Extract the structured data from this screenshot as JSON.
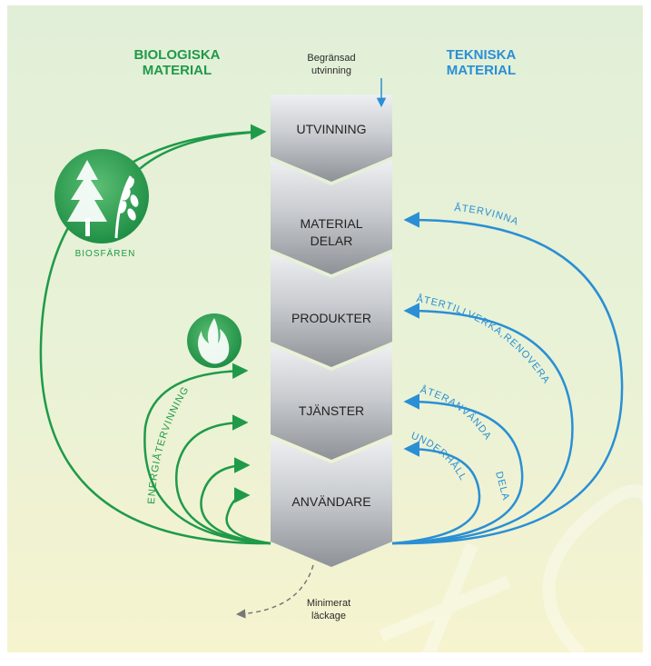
{
  "headers": {
    "bio_line1": "BIOLOGISKA",
    "bio_line2": "MATERIAL",
    "tech_line1": "TEKNISKA",
    "tech_line2": "MATERIAL"
  },
  "top_note": {
    "line1": "Begränsad",
    "line2": "utvinning"
  },
  "stages": {
    "s1": "UTVINNING",
    "s2_line1": "MATERIAL",
    "s2_line2": "DELAR",
    "s3": "PRODUKTER",
    "s4": "TJÄNSTER",
    "s5": "ANVÄNDARE"
  },
  "bio": {
    "biosphere": "BIOSFÄREN",
    "energy": "ENERGIÅTERVINNING"
  },
  "tech_loops": {
    "recycle": "ÅTERVINNA",
    "remanufacture": "ÅTERTILLVERKA,RENOVERA",
    "reuse_line1": "ÅTERANVÄNDA",
    "reuse_line2": "DELA",
    "maintenance": "UNDERHÅLL"
  },
  "leakage": {
    "line1": "Minimerat",
    "line2": "läckage"
  },
  "colors": {
    "background": "#e7f1d6",
    "bio": "#1f9a49",
    "tech": "#2a8fd4",
    "column_light": "#eceef0",
    "column_dark": "#8c9095"
  }
}
